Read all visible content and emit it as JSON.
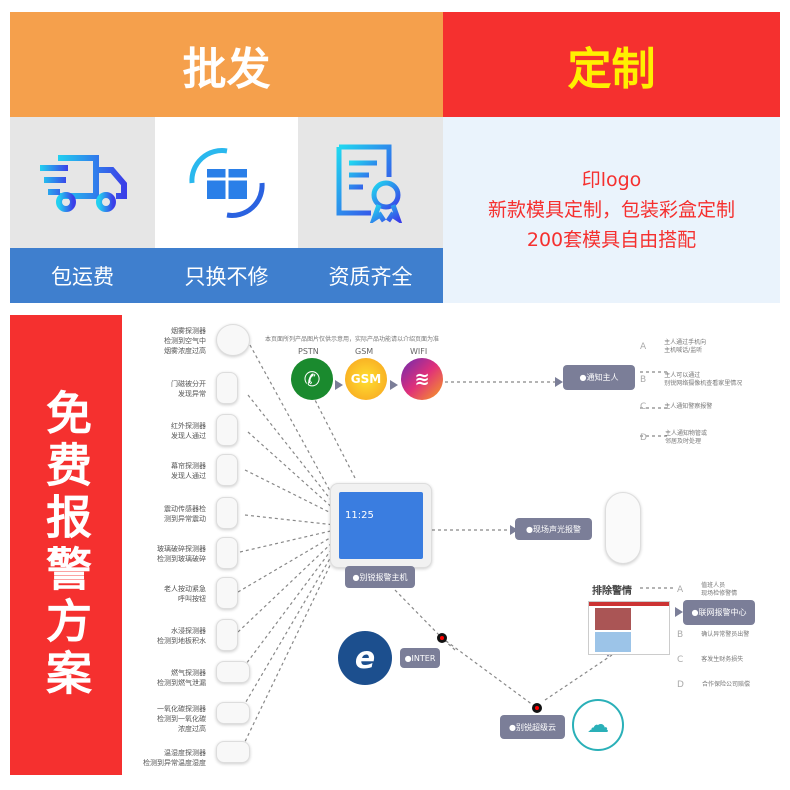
{
  "top": {
    "wholesale": "批发",
    "custom": "定制"
  },
  "benefits": [
    {
      "icon": "truck-icon",
      "label": "包运费"
    },
    {
      "icon": "exchange-box-icon",
      "label": "只换不修"
    },
    {
      "icon": "certificate-icon",
      "label": "资质齐全"
    }
  ],
  "custom_text": [
    "印logo",
    "新款模具定制，包装彩盒定制",
    "200套模具自由搭配"
  ],
  "side_title": "免费报警方案",
  "diagram": {
    "notice": "本页面所列产品图片仅供示意用，实际产品功能请以介绍页面为准",
    "channels": [
      "PSTN",
      "GSM",
      "WIFI"
    ],
    "gsm_logo": "GSM",
    "sensors": [
      "烟雾探测器\n检测到空气中\n烟雾浓度过高",
      "门磁被分开\n发现异常",
      "红外探测器\n发现人通过",
      "幕帘探测器\n发现人通过",
      "震动传感器检\n测到异常震动",
      "玻璃破碎探测器\n检测到玻璃破碎",
      "老人按动紧急\n呼叫按钮",
      "水浸探测器\n检测到地板积水",
      "燃气探测器\n检测到燃气泄漏",
      "一氧化碳探测器\n检测到一氧化碳\n浓度过高",
      "温湿度探测器\n检测到异常温度湿度"
    ],
    "panel_time": "11:25",
    "host": "●别锐报警主机",
    "notify": "●通知主人",
    "notify_opts": [
      {
        "k": "A",
        "t": "主人通过手机向\n主机喊话/监听"
      },
      {
        "k": "B",
        "t": "主人可以通过\n别锐网络摄像机查看家里情况"
      },
      {
        "k": "C",
        "t": "主人通知警察报警"
      },
      {
        "k": "D",
        "t": "主人通知物管或\n邻居及时处理"
      }
    ],
    "siren": "●现场声光报警",
    "exclude": "排除警情",
    "center": "●联网报警中心",
    "center_opts": [
      {
        "k": "A",
        "t": "值班人员\n现场检修警情"
      },
      {
        "k": "B",
        "t": "确认异常警员出警"
      },
      {
        "k": "C",
        "t": "客发生财务损失"
      },
      {
        "k": "D",
        "t": "合作保险公司赔偿"
      }
    ],
    "inter": "●INTER",
    "cloud": "●别锐超级云"
  },
  "colors": {
    "orange": "#f5a04c",
    "red": "#f5302f",
    "yellow": "#fff000",
    "blue": "#3f7fce",
    "lightblue": "#eaf3fc"
  }
}
